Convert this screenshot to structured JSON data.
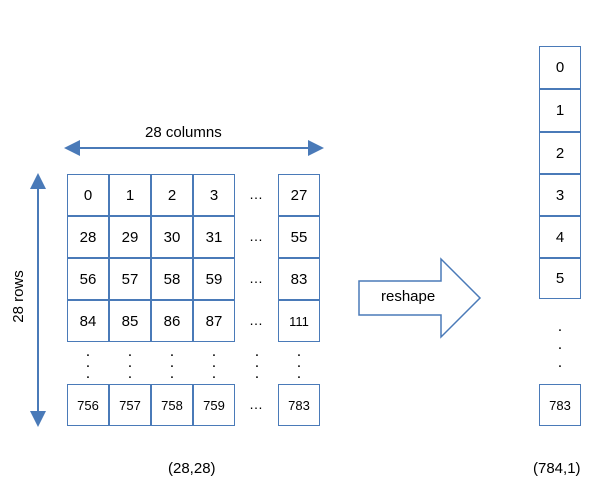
{
  "matrix": {
    "columns_label": "28 columns",
    "rows_label": "28 rows",
    "rows": [
      [
        "0",
        "1",
        "2",
        "3",
        "27"
      ],
      [
        "28",
        "29",
        "30",
        "31",
        "55"
      ],
      [
        "56",
        "57",
        "58",
        "59",
        "83"
      ],
      [
        "84",
        "85",
        "86",
        "87",
        "111"
      ],
      [
        "756",
        "757",
        "758",
        "759",
        "783"
      ]
    ],
    "ellipsis": "…",
    "vertical_ellipsis": ". . .",
    "shape_label": "(28,28)"
  },
  "operation": {
    "label": "reshape"
  },
  "vector": {
    "values": [
      "0",
      "1",
      "2",
      "3",
      "4",
      "5",
      "783"
    ],
    "vertical_ellipsis": ". . .",
    "shape_label": "(784,1)"
  },
  "colors": {
    "border": "#4a7ab8",
    "arrow": "#4a7ab8"
  }
}
